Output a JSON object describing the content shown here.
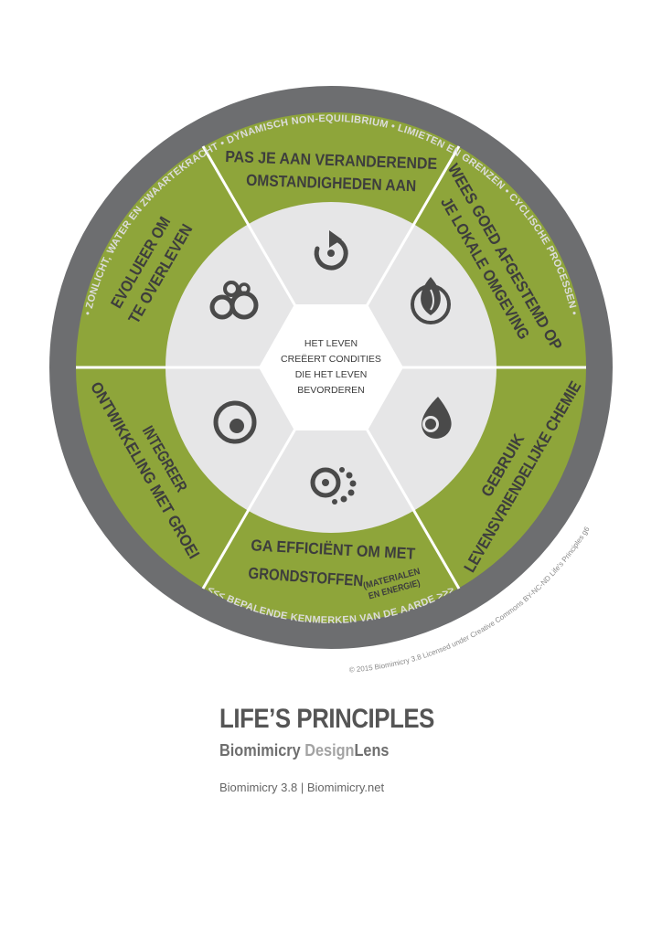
{
  "center": {
    "lines": [
      "HET LEVEN",
      "CREËERT CONDITIES",
      "DIE HET LEVEN",
      "BEVORDEREN"
    ]
  },
  "segments": {
    "top": [
      "PAS JE AAN VERANDERENDE",
      "OMSTANDIGHEDEN AAN"
    ],
    "upper_right": [
      "WEES GOED AFGESTEMD OP",
      "JE LOKALE OMGEVING"
    ],
    "lower_right": [
      "GEBRUIK",
      "LEVENSVRIENDELIJKE CHEMIE"
    ],
    "bottom": [
      "GA EFFICIËNT OM MET",
      "GRONDSTOFFEN"
    ],
    "bottom_small": [
      "(MATERIALEN",
      "EN ENERGIE)"
    ],
    "lower_left": [
      "INTEGREER",
      "ONTWIKKELING MET GROEI"
    ],
    "upper_left": [
      "EVOLUEER OM",
      "TE OVERLEVEN"
    ]
  },
  "icons": {
    "top": "cycle-arrow-icon",
    "upper_right": "flame-leaf-icon",
    "lower_right": "droplet-icon",
    "bottom": "dots-spiral-icon",
    "lower_left": "concentric-circle-icon",
    "upper_left": "bubbles-icon"
  },
  "outer_ring": {
    "top_text": "• ZONLICHT, WATER EN ZWAARTEKRACHT • DYNAMISCH NON-EQUILIBRIUM • LIMIETEN EN GRENZEN • CYCLISCHE PROCESSEN •",
    "bottom_text": "<<< BEPALENDE KENMERKEN VAN DE AARDE >>>"
  },
  "copyright": "© 2015 Biomimicry 3.8  Licensed under Creative Commons BY-NC-ND  Life's Principles g6",
  "title": "LIFE’S PRINCIPLES",
  "subtitle": {
    "part1": "Biomimicry ",
    "part2": "Design",
    "part3": "Lens"
  },
  "footer": "Biomimicry 3.8 | Biomimicry.net",
  "colors": {
    "ring": "#6d6e70",
    "green": "#8ea53a",
    "inner": "#e6e6e7",
    "center": "#ffffff",
    "dark": "#4a4a4a"
  }
}
